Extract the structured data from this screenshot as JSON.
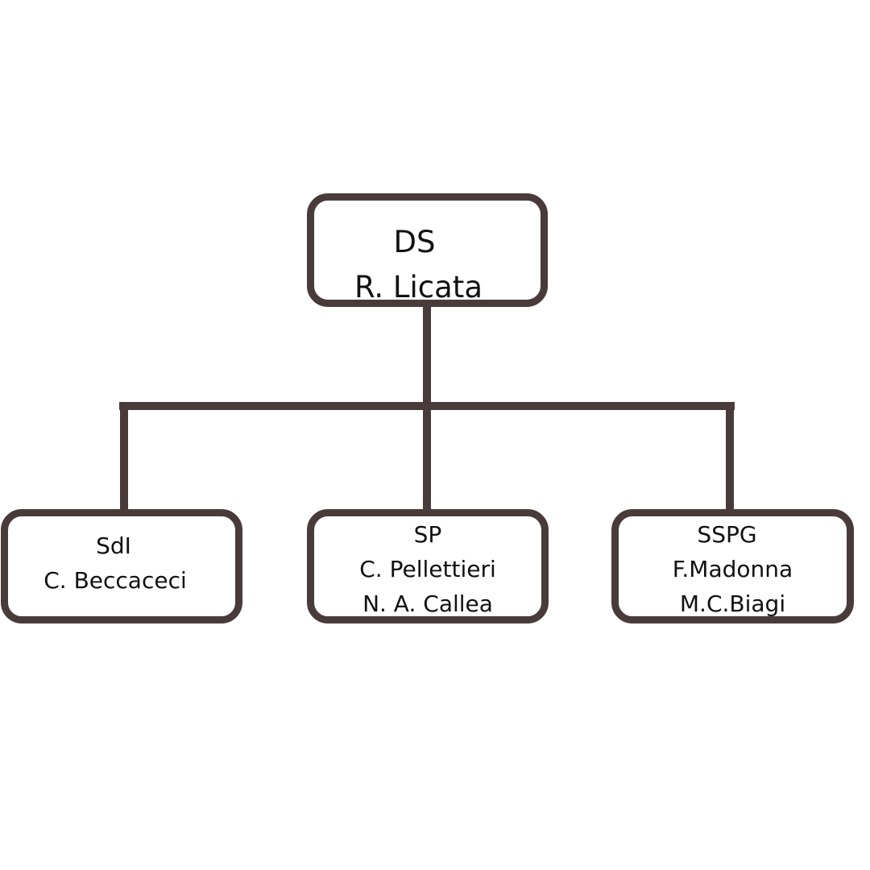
{
  "colors": {
    "stroke": "#4a3b3b",
    "text": "#111111",
    "background": "#ffffff"
  },
  "root": {
    "role": "DS",
    "names": [
      "R. Licata"
    ]
  },
  "children": [
    {
      "role": "SdI",
      "names": [
        "C. Beccaceci"
      ]
    },
    {
      "role": "SP",
      "names": [
        "C. Pellettieri",
        "N. A. Callea"
      ]
    },
    {
      "role": "SSPG",
      "names": [
        "F.Madonna",
        "M.C.Biagi"
      ]
    }
  ]
}
